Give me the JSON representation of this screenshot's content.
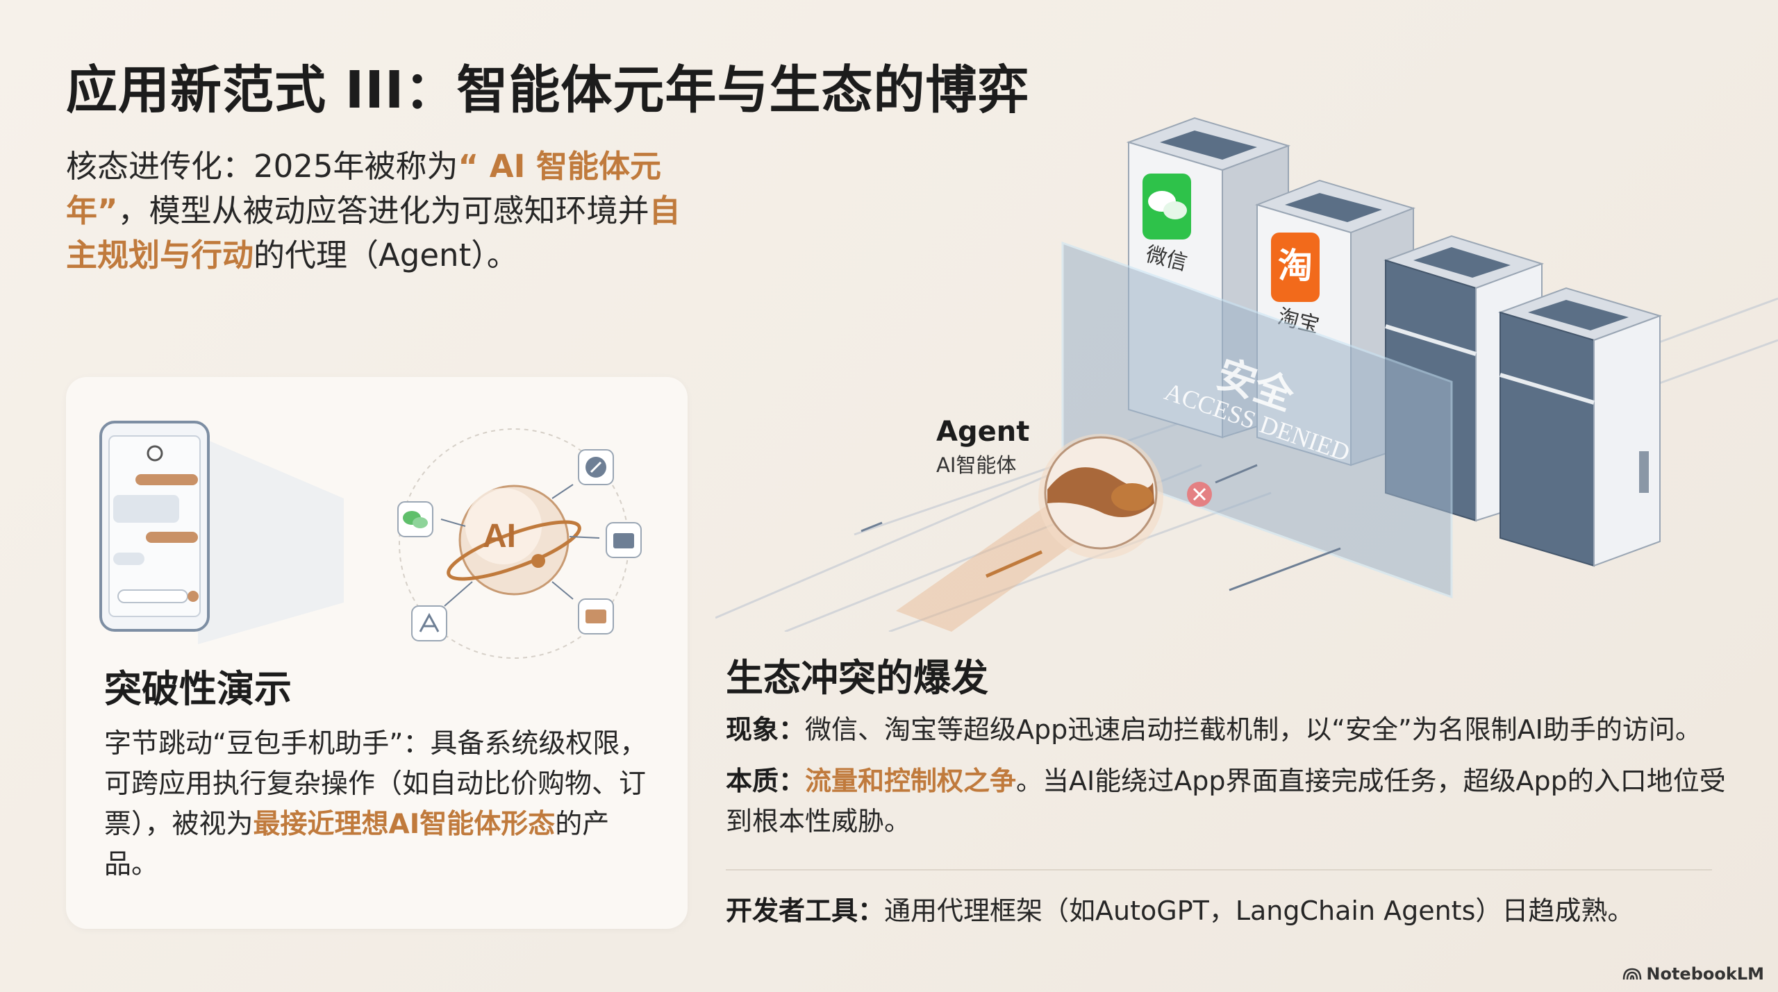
{
  "title": "应用新范式 III：智能体元年与生态的博弈",
  "intro": {
    "part1": "核态进传化：2025年被称为",
    "highlight1": "“ AI 智能体元年”",
    "part2": "，模型从被动应答进化为可感知环境并",
    "highlight2": "自主规划与行动",
    "part3": "的代理（Agent）。"
  },
  "card": {
    "heading": "突破性演示",
    "body_part1": "字节跳动“豆包手机助手”：具备系统级权限，可跨应用执行复杂操作（如自动比价购物、订票），被视为",
    "body_highlight": "最接近理想AI智能体形态",
    "body_part2": "的产品。",
    "ai_label": "AI"
  },
  "illustration": {
    "agent_label": "Agent",
    "agent_sub": "AI智能体",
    "wechat_label": "微信",
    "taobao_label": "淘宝",
    "taobao_char": "淘",
    "shield_text": "安全",
    "denied_text": "ACCESS DENIED"
  },
  "conflict": {
    "heading": "生态冲突的爆发",
    "p1_label": "现象：",
    "p1_text": "微信、淘宝等超级App迅速启动拦截机制，以“安全”为名限制AI助手的访问。",
    "p2_label": "本质：",
    "p2_highlight": "流量和控制权之争",
    "p2_text": "。当AI能绕过App界面直接完成任务，超级App的入口地位受到根本性威胁。",
    "p3_label": "开发者工具：",
    "p3_text": "通用代理框架（如AutoGPT，LangChain Agents）日趋成熟。"
  },
  "brand": "NotebookLM",
  "colors": {
    "accent": "#c07a3c",
    "background": "#f4efe8",
    "wechat": "#2ec24a",
    "taobao": "#f26a1b",
    "server": "#5b6f86"
  }
}
